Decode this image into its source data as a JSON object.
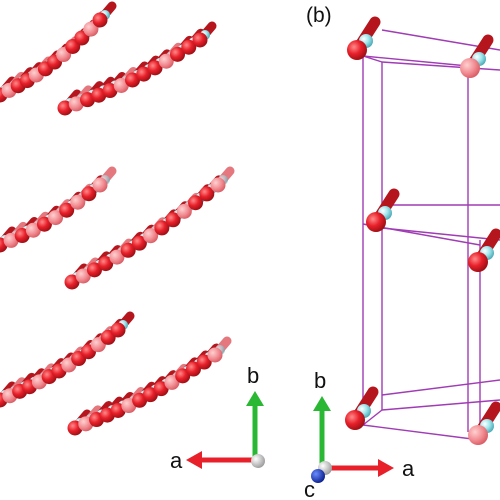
{
  "panel_b_label": "(b)",
  "left_axes": {
    "a": "a",
    "b": "b"
  },
  "right_axes": {
    "a": "a",
    "b": "b",
    "c": "c"
  },
  "colors": {
    "oxygen": "#e8202a",
    "oxygen_dark": "#a3121a",
    "oxygen_faded": "#f08a90",
    "carbon": "#7fd8e0",
    "cell_edges": "#a03cb4",
    "axis_a": "#e8202a",
    "axis_b": "#2ab834",
    "axis_c": "#1030b0"
  }
}
